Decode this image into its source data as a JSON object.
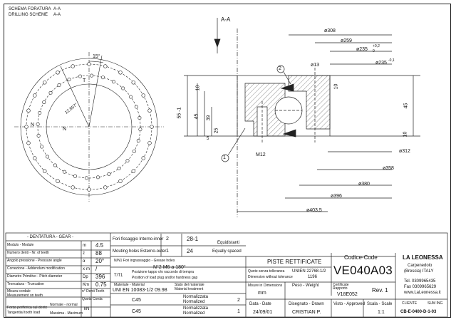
{
  "header": {
    "line1_label": "SCHEMA FORATURA",
    "line1_value": "A-A",
    "line2_label": "DRILLING SCHEME",
    "line2_value": "A-A"
  },
  "left_view": {
    "angle_top": "15°",
    "angle_diag": "12,857°",
    "marker_t": "T",
    "label_n_left": "N",
    "label_n_right": "N",
    "outer_holes": 24,
    "inner_holes": 28
  },
  "section": {
    "title": "A-A",
    "dims_right": [
      "ø308",
      "ø259",
      "ø235",
      "+0,2",
      "0",
      "ø235",
      "-0,1",
      "ø13",
      "45",
      "10",
      "10"
    ],
    "dims_bottom": [
      "ø312",
      "ø358",
      "ø380",
      "ø396",
      "ø403,5"
    ],
    "dims_left": [
      "55 -1",
      "10",
      "45",
      "39",
      "25",
      "5"
    ],
    "m12": "M12",
    "callout1": "1",
    "callout2": "2"
  },
  "spec": {
    "title": "- DENTATURA - GEAR -",
    "rows": [
      {
        "label": "Modulo - Module",
        "sym": "m",
        "val": "4.5"
      },
      {
        "label": "Numero denti - Nr. of teeth",
        "sym": "z",
        "val": "88"
      },
      {
        "label": "Angolo pressione - Pressure angle",
        "sym": "α",
        "val": "20°"
      },
      {
        "label": "Correzione - Addendum modification",
        "sym": "x·m",
        "val": "/"
      },
      {
        "label": "Diametro Primitivo - Pitch diameter",
        "sym": "Dp",
        "val": "396"
      },
      {
        "label": "Troncatura - Truncation",
        "sym": "Km",
        "val": "0.75"
      }
    ],
    "row7_a": "Misura cordale",
    "row7_b": "Measurement on teeth",
    "row7_sym": "n° Denti Teeth",
    "row7_sym2": "Quota Corda",
    "row8_a": "Forza periferica sul dente",
    "row8_b": "Tangential tooth load",
    "row8_c1": "Normale - normal",
    "row8_c2": "Massima - Maximum",
    "row8_unit": "kN"
  },
  "holes": {
    "row1_label": "Fori fissaggio Interno-inner",
    "row1_num": "2",
    "row1_val": "28-1",
    "row2_label": "Mouting holes Esterno-outer",
    "row2_num": "1",
    "row2_val": "24",
    "equi1": "Equidistanti",
    "equi2": "Equally spaced",
    "grease_head": "N/N1 Fori ingrassaggio - Grease holes",
    "grease_val": "N°2 M6 a 180°",
    "tt_label": "T/T1",
    "tt_line1": "Posizione tappo o/o raccordo di tempra",
    "tt_line2": "Position of load plug and/or hardness gap",
    "mat_label1": "Materiale - Material",
    "mat_label2": "Stato del materiale",
    "mat_label3": "Material treatment",
    "mat_val": "UNI EN 10083-1/2 09.98",
    "c45_1": "C45",
    "c45_2": "C45",
    "norm1a": "Normalizzata",
    "norm1b": "Normalized",
    "norm2a": "Normalizzata",
    "norm2b": "Normalized",
    "circ2": "2",
    "circ1": "1"
  },
  "title_block": {
    "surface": "PISTE RETTIFICATE",
    "tol1_label": "Quote senza tolleranza",
    "tol1_val": "UNIEN 22768-1/2",
    "tol2_label": "Dimension without tolerance",
    "tol2_val": "1196",
    "code_label": "Codice-Code",
    "code": "VE040A03",
    "scale_label1": "Misure in",
    "scale_label2": "Dimensions",
    "units": "mm",
    "weight_label": "Peso - Weight",
    "cert_label1": "Certificate",
    "cert_label2": "Rapporto",
    "cert_val": "V18E052",
    "rev": "Rev. 1",
    "date_label": "Data - Date",
    "date": "24/09/01",
    "drawn_label": "Disegnato - Drawn",
    "drawn": "CRISTIAN P.",
    "approved_label": "Visto - Approved",
    "scale_label": "Scala - Scale",
    "scale": "1:1",
    "company": "LA LEONESSA",
    "address1": "Carpenedolo",
    "address2": "(Brescia) ITALY",
    "tel": "Tel. 0309965435",
    "fax": "Fax 0309965629",
    "web": "www.LaLeonessa.it",
    "cust_label": "CLIENTE",
    "sum_label": "SUM ING",
    "ref": "CB-E-0400-D-1-03"
  }
}
